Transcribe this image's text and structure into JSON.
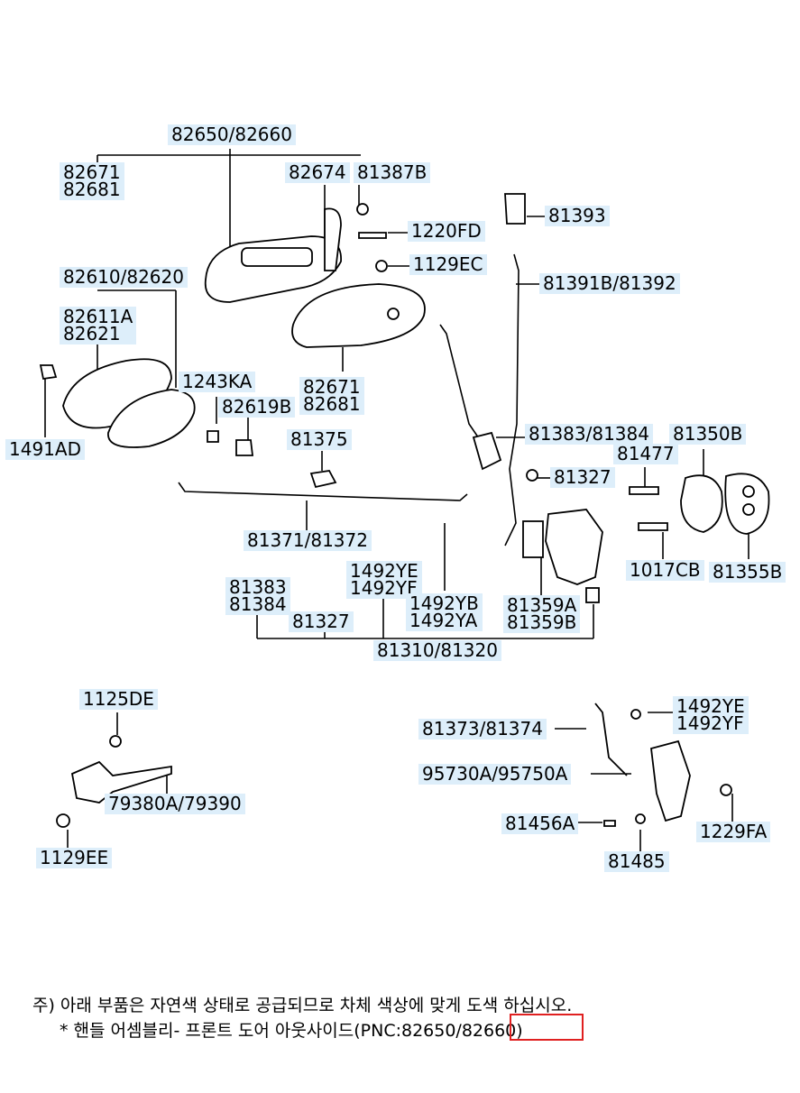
{
  "labels": {
    "top_assy": "82650/82660",
    "handle_parts_l": "82671\n82681",
    "handle_bolt": "82674",
    "grommet": "81387B",
    "screw_1220": "1220FD",
    "screw_1129ec": "1129EC",
    "cover": "81393",
    "rod_upper": "81391B/81392",
    "inner_handle_assy": "82610/82620",
    "inner_parts": "82611A\n82621",
    "screw_1243": "1243KA",
    "inner_parts_b": "82671\n82681",
    "clip_82619": "82619B",
    "clip_1491": "1491AD",
    "clip_81375": "81375",
    "rod_81383": "81383/81384",
    "striker": "81350B",
    "washer_81327": "81327",
    "bolt_81477": "81477",
    "rod_long": "81371/81372",
    "bolt_1017": "1017CB",
    "plate_81355": "81355B",
    "rod_81383_b": "81383\n81384",
    "screw_1492ye": "1492YE\n1492YF",
    "screw_1492yb": "1492YB\n1492YA",
    "actuator": "81359A\n81359B",
    "washer_81327_b": "81327",
    "latch_assy": "81310/81320",
    "bolt_1125": "1125DE",
    "checker": "79380A/79390",
    "bolt_1129ee": "1129EE",
    "rod_81373": "81373/81374",
    "screw_1492ye_b": "1492YE\n1492YF",
    "lock_95730": "95730A/95750A",
    "screw_81456": "81456A",
    "bolt_1229": "1229FA",
    "nut_81485": "81485"
  },
  "notes": {
    "line1": "주) 아래 부품은 자연색 상태로 공급되므로 차체 색상에 맞게 도색 하십시오.",
    "line2": "* 핸들 어셈블리- 프론트 도어 아웃사이드(PNC:82650/82660)"
  },
  "colors": {
    "label_bg": "#ddeefa",
    "highlight": "#e02020"
  }
}
